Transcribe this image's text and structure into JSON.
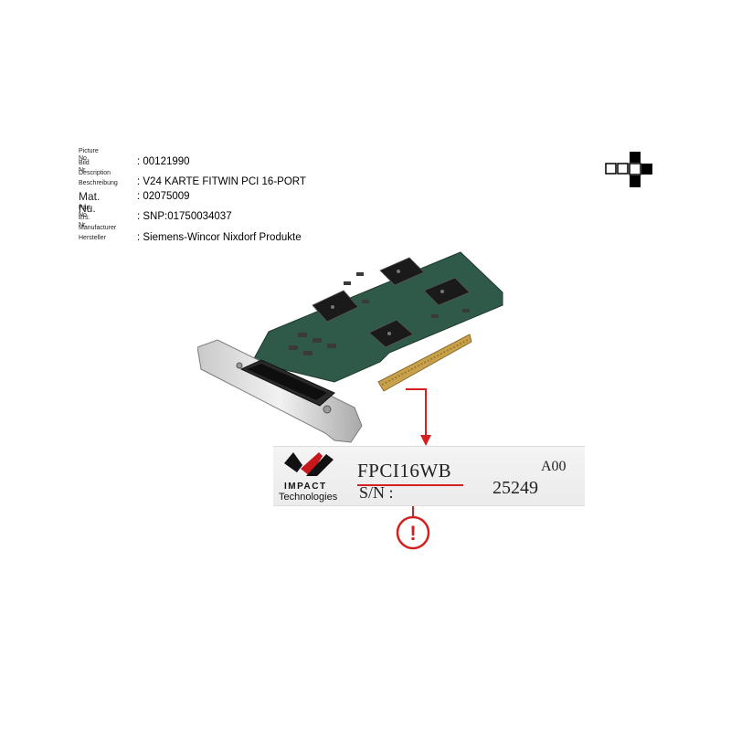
{
  "info": {
    "rows": [
      {
        "labels": [
          "Picture No.",
          "Bild Nr."
        ],
        "value": ": 00121990"
      },
      {
        "labels": [
          "Description",
          "Beschreibung"
        ],
        "value": ": V24 KARTE FITWIN PCI 16-PORT"
      },
      {
        "labels": [
          "Mat. Nu."
        ],
        "value": ": 02075009"
      },
      {
        "labels": [
          "Part. No.",
          "Ers. Nr."
        ],
        "value": ": SNP:01750034037"
      },
      {
        "labels": [
          "Manufacturer",
          "Hersteller"
        ],
        "value": ": Siemens-Wincor Nixdorf Produkte"
      }
    ]
  },
  "label": {
    "logo_line1": "IMPACT",
    "logo_line2": "Technologies",
    "model": "FPCI16WB",
    "sn_label": "S/N :",
    "revision": "A00",
    "serial": "25249"
  },
  "warning": {
    "symbol": "!"
  },
  "colors": {
    "accent": "#d42020",
    "board": "#2f5a4a",
    "logo_red": "#c8161d"
  }
}
